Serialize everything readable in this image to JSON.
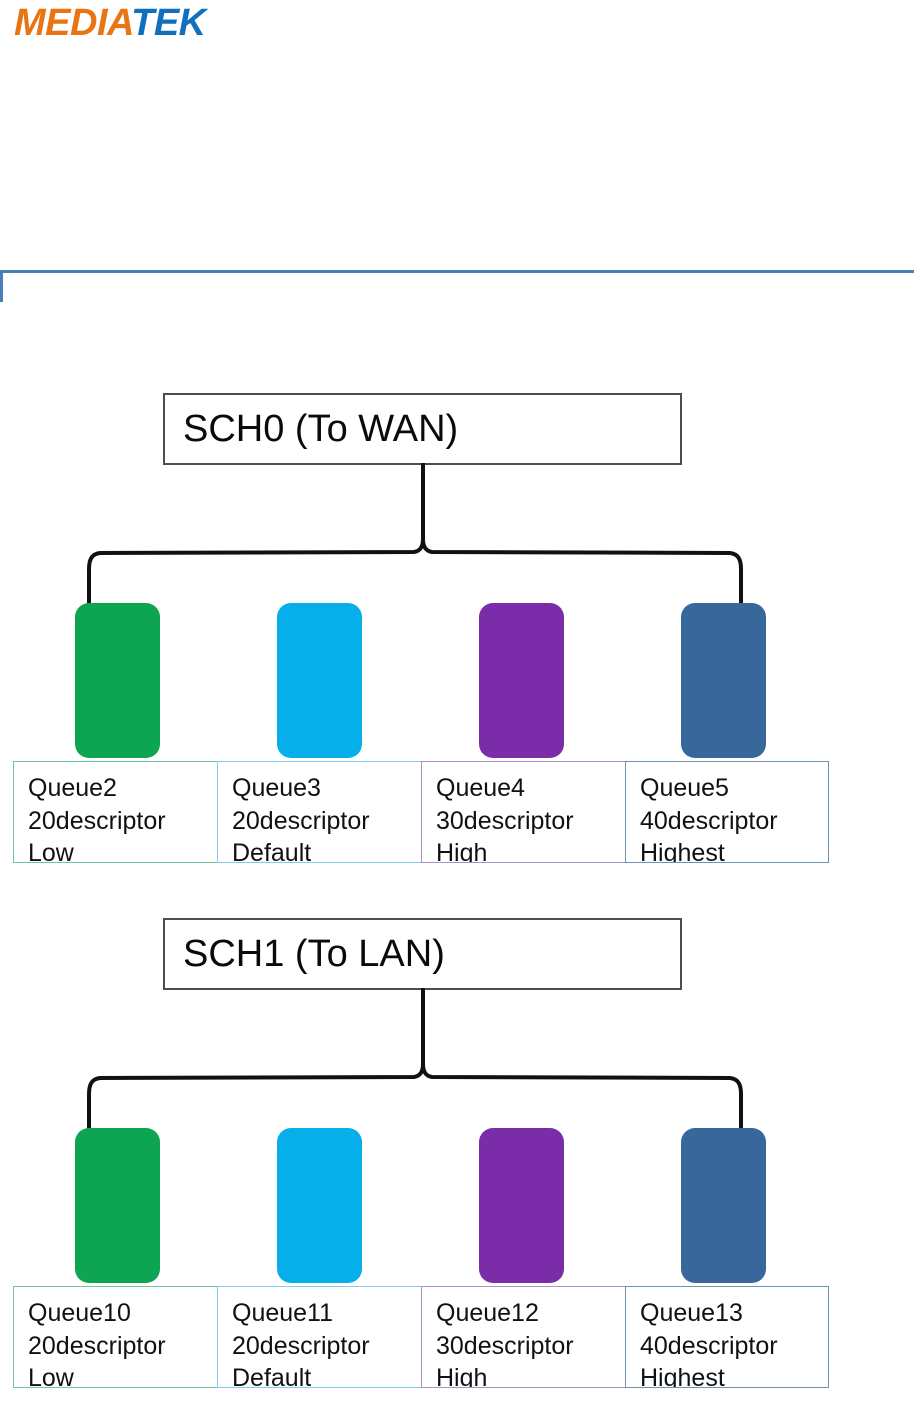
{
  "brand": {
    "name": "MEDIATEK",
    "part_orange": "MEDIA",
    "part_blue": "TEK",
    "orange_hex": "#E87511",
    "blue_hex": "#1070BE"
  },
  "page": {
    "rule_color": "#4A7EBB"
  },
  "palette": {
    "green": "#0DA552",
    "cyan": "#07AFEA",
    "purple": "#7B2CA8",
    "steel_blue": "#37679B",
    "green_border": "#6FC795",
    "cyan_border": "#7DCDEE",
    "purple_border": "#B08FC4",
    "steel_blue_border": "#6F93AC",
    "connector": "#111111"
  },
  "diagram": {
    "schedulers": [
      {
        "id": "sch0",
        "title": "SCH0 (To WAN)",
        "queues": [
          {
            "color_key": "green",
            "name": "Queue2",
            "descriptor": "20descriptor",
            "priority": "Low"
          },
          {
            "color_key": "cyan",
            "name": "Queue3",
            "descriptor": "20descriptor",
            "priority": "Default"
          },
          {
            "color_key": "purple",
            "name": "Queue4",
            "descriptor": "30descriptor",
            "priority": "High"
          },
          {
            "color_key": "steel_blue",
            "name": "Queue5",
            "descriptor": "40descriptor",
            "priority": "Highest"
          }
        ]
      },
      {
        "id": "sch1",
        "title": "SCH1 (To LAN)",
        "queues": [
          {
            "color_key": "green",
            "name": "Queue10",
            "descriptor": "20descriptor",
            "priority": "Low"
          },
          {
            "color_key": "cyan",
            "name": "Queue11",
            "descriptor": "20descriptor",
            "priority": "Default"
          },
          {
            "color_key": "purple",
            "name": "Queue12",
            "descriptor": "30descriptor",
            "priority": "High"
          },
          {
            "color_key": "steel_blue",
            "name": "Queue13",
            "descriptor": "40descriptor",
            "priority": "Highest"
          }
        ]
      }
    ]
  }
}
